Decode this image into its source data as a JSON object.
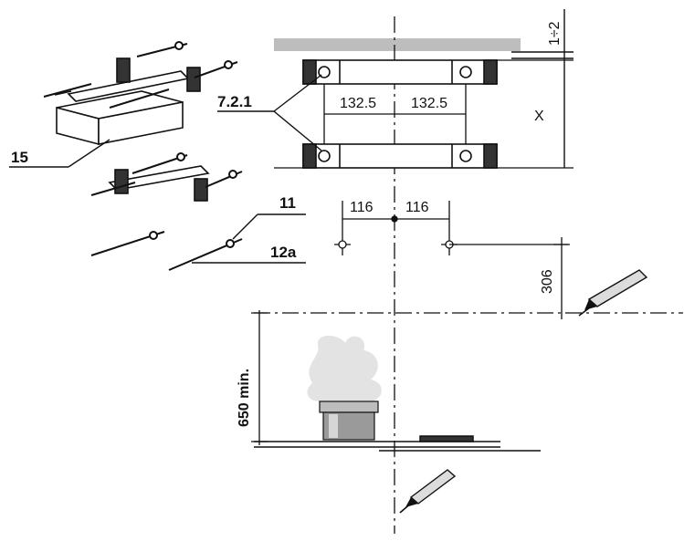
{
  "labels": {
    "part_15": "15",
    "part_7_2_1": "7.2.1",
    "part_11": "11",
    "part_12a": "12a"
  },
  "dimensions": {
    "top_offset": "1÷2",
    "half_spacing_left": "132.5",
    "half_spacing_right": "132.5",
    "height_x": "X",
    "hole_left": "116",
    "hole_right": "116",
    "drop_306": "306",
    "min_height": "650 min."
  },
  "colors": {
    "line": "#111111",
    "ceiling": "#bdbdbd",
    "pot": "#9a9a9a",
    "steam": "#cfcfcf"
  },
  "icons": [
    "pencil-icon",
    "pencil-icon",
    "pot-icon",
    "screw-icon"
  ]
}
